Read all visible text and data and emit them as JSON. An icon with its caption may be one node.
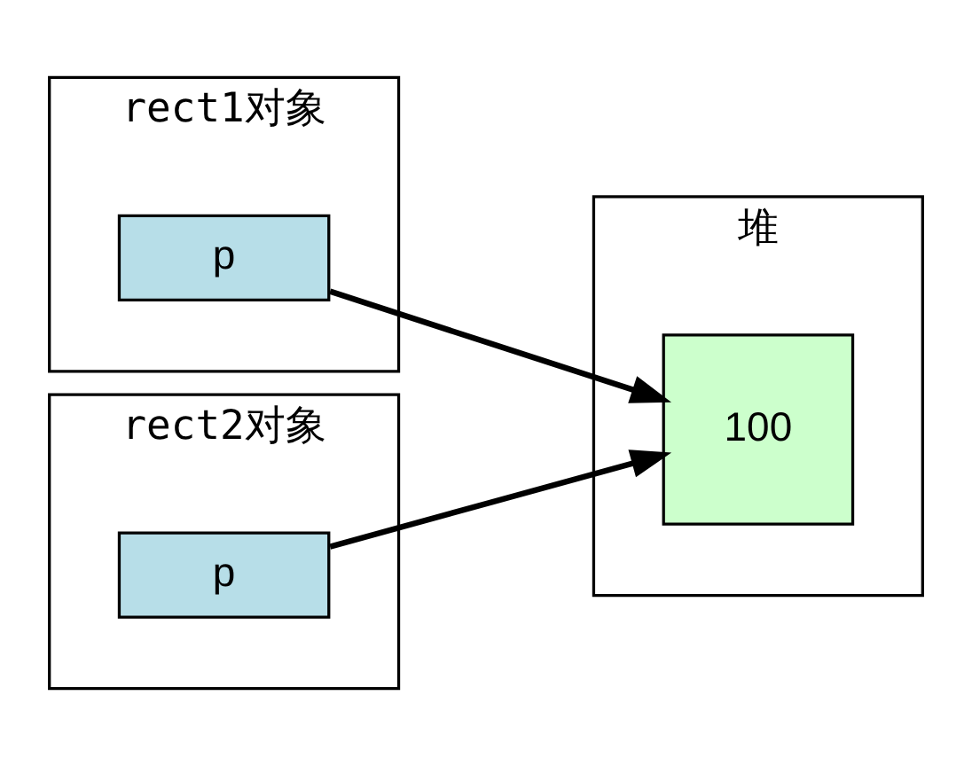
{
  "diagram": {
    "nodes": [
      {
        "text": [
          "rect1对象"
        ]
      },
      {
        "text": [
          "p"
        ],
        "in": 0
      },
      {
        "text": [
          "rect2对象"
        ]
      },
      {
        "text": [
          "p"
        ],
        "in": 2
      },
      {
        "text": [
          "堆"
        ]
      },
      {
        "text": [
          "100"
        ],
        "in": 4
      }
    ],
    "edges": [
      {
        "from": 1,
        "to": 5,
        "arrow": "to"
      },
      {
        "from": 3,
        "to": 5,
        "arrow": "to"
      }
    ]
  }
}
